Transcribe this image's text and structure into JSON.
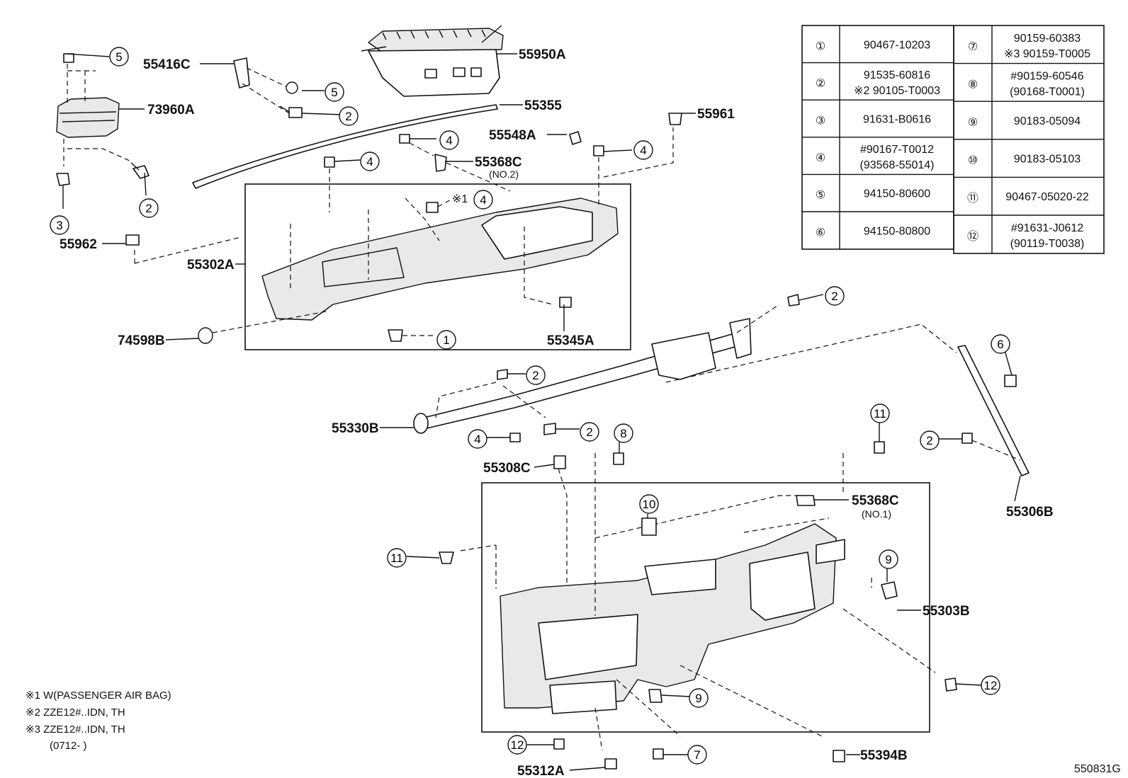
{
  "diagram_code": "550831G",
  "callouts": {
    "55950A": "55950A",
    "55416C": "55416C",
    "73960A": "73960A",
    "55355": "55355",
    "55961": "55961",
    "55548A": "55548A",
    "55368C_top": "55368C",
    "55368C_top_sub": "(NO.2)",
    "55962": "55962",
    "55302A": "55302A",
    "74598B": "74598B",
    "55345A": "55345A",
    "55330B": "55330B",
    "55308C": "55308C",
    "55368C_bot": "55368C",
    "55368C_bot_sub": "(NO.1)",
    "55306B": "55306B",
    "55303B": "55303B",
    "55312A": "55312A",
    "55394B": "55394B",
    "mark_x1": "※1"
  },
  "circled_numbers": [
    "①",
    "②",
    "③",
    "④",
    "⑤",
    "⑥",
    "⑦",
    "⑧",
    "⑨",
    "⑩",
    "⑪",
    "⑫"
  ],
  "fastener_table": {
    "left": [
      {
        "no": "①",
        "lines": [
          "90467-10203"
        ]
      },
      {
        "no": "②",
        "lines": [
          "91535-60816",
          "※2 90105-T0003"
        ]
      },
      {
        "no": "③",
        "lines": [
          "91631-B0616"
        ]
      },
      {
        "no": "④",
        "lines": [
          "#90167-T0012",
          "(93568-55014)"
        ]
      },
      {
        "no": "⑤",
        "lines": [
          "94150-80600"
        ]
      },
      {
        "no": "⑥",
        "lines": [
          "94150-80800"
        ]
      }
    ],
    "right": [
      {
        "no": "⑦",
        "lines": [
          "90159-60383",
          "※3 90159-T0005"
        ]
      },
      {
        "no": "⑧",
        "lines": [
          "#90159-60546",
          "(90168-T0001)"
        ]
      },
      {
        "no": "⑨",
        "lines": [
          "90183-05094"
        ]
      },
      {
        "no": "⑩",
        "lines": [
          "90183-05103"
        ]
      },
      {
        "no": "⑪",
        "lines": [
          "90467-05020-22"
        ]
      },
      {
        "no": "⑫",
        "lines": [
          "#91631-J0612",
          "(90119-T0038)"
        ]
      }
    ]
  },
  "notes": [
    "※1 W(PASSENGER AIR BAG)",
    "※2 ZZE12#..IDN, TH",
    "※3 ZZE12#..IDN, TH",
    "(0712-     )"
  ]
}
